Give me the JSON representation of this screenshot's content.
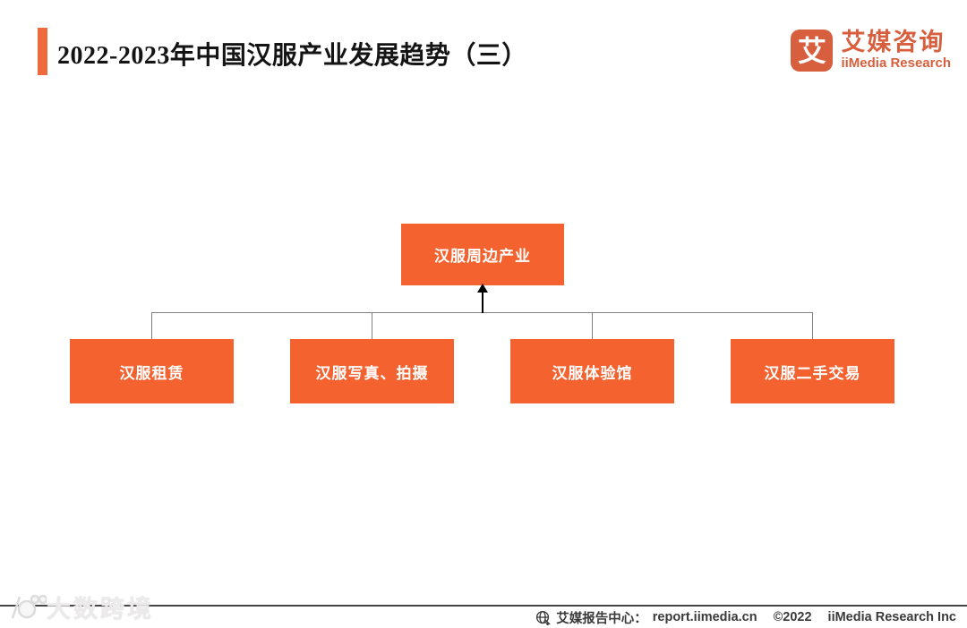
{
  "header": {
    "title": "2022-2023年中国汉服产业发展趋势（三）"
  },
  "logo": {
    "icon_char": "艾",
    "name_cn": "艾媒咨询",
    "name_en": "iiMedia Research"
  },
  "chart_data": {
    "type": "org-chart",
    "root": {
      "label": "汉服周边产业"
    },
    "children": [
      {
        "label": "汉服租赁"
      },
      {
        "label": "汉服写真、拍摄"
      },
      {
        "label": "汉服体验馆"
      },
      {
        "label": "汉服二手交易"
      }
    ]
  },
  "footer": {
    "report_center": "艾媒报告中心：",
    "url": "report.iimedia.cn",
    "copyright": "©2022",
    "company": "iiMedia Research Inc"
  },
  "watermark": {
    "text": "大数跨境"
  },
  "colors": {
    "box_orange": "#f4622f",
    "accent_orange": "#ee6a3c",
    "logo_orange": "#d85f3e",
    "line_gray": "#7f7f7f",
    "arrow_black": "#000000",
    "footer_text": "#3a3a3a"
  }
}
